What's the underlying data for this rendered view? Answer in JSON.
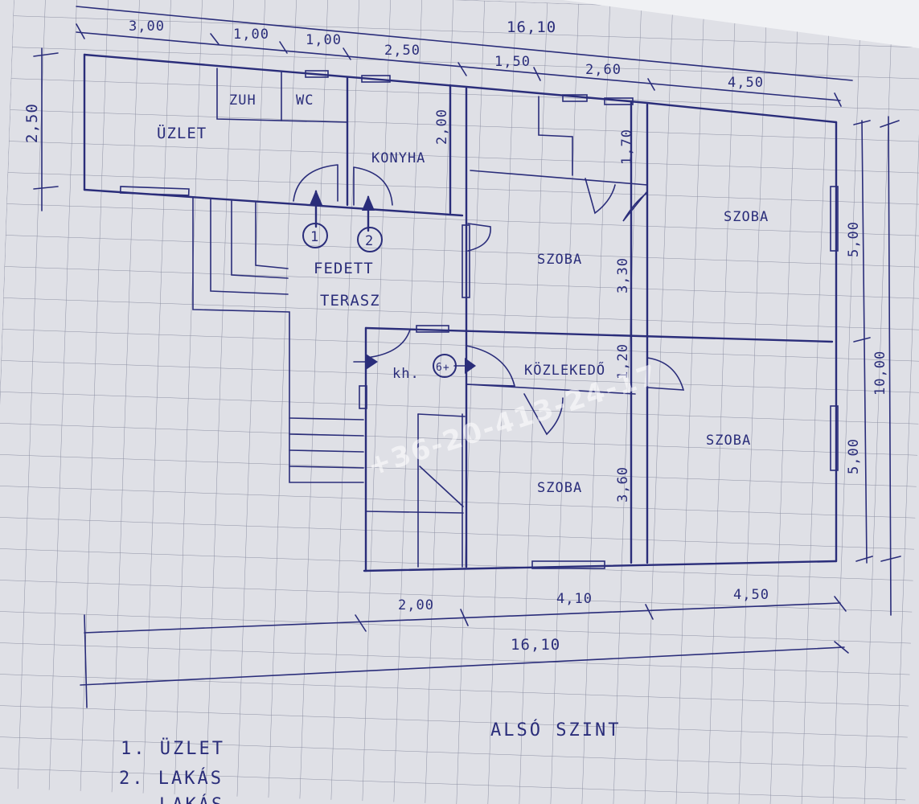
{
  "plan": {
    "paper_color": "#dfe0e6",
    "ink_color": "#2a2d7a",
    "title": "ALSÓ SZINT",
    "legend": [
      "1. ÜZLET",
      "2. LAKÁS",
      "LAKÁS"
    ],
    "watermark": "+36-20-413-24-17",
    "rooms": {
      "uzlet": "ÜZLET",
      "zuh": "ZUH",
      "wc": "WC",
      "konyha": "KONYHA",
      "fedett": "FEDETT",
      "terasz": "TERASZ",
      "szoba_1": "SZOBA",
      "szoba_2": "SZOBA",
      "szoba_3": "SZOBA",
      "szoba_4": "SZOBA",
      "kozlekedo": "KÖZLEKEDŐ",
      "kh": "kh."
    },
    "entrances": [
      "1",
      "2"
    ],
    "small_circle": "6+",
    "dimensions": {
      "top_total": "16,10",
      "top_segments": [
        "3,00",
        "1,00",
        "1,00",
        "2,50",
        "1,50",
        "2,60",
        "4,50"
      ],
      "left_height": "2,50",
      "konyha_height": "2,00",
      "hall_height": "1,70",
      "szoba_height": "3,30",
      "kozlekedo_height": "1,20",
      "szoba_lower_height": "3,60",
      "right_upper": "5,00",
      "right_lower": "5,00",
      "right_total": "10,00",
      "bottom_segments": [
        "2,00",
        "4,10",
        "4,50"
      ],
      "bottom_total": "16,10"
    }
  }
}
